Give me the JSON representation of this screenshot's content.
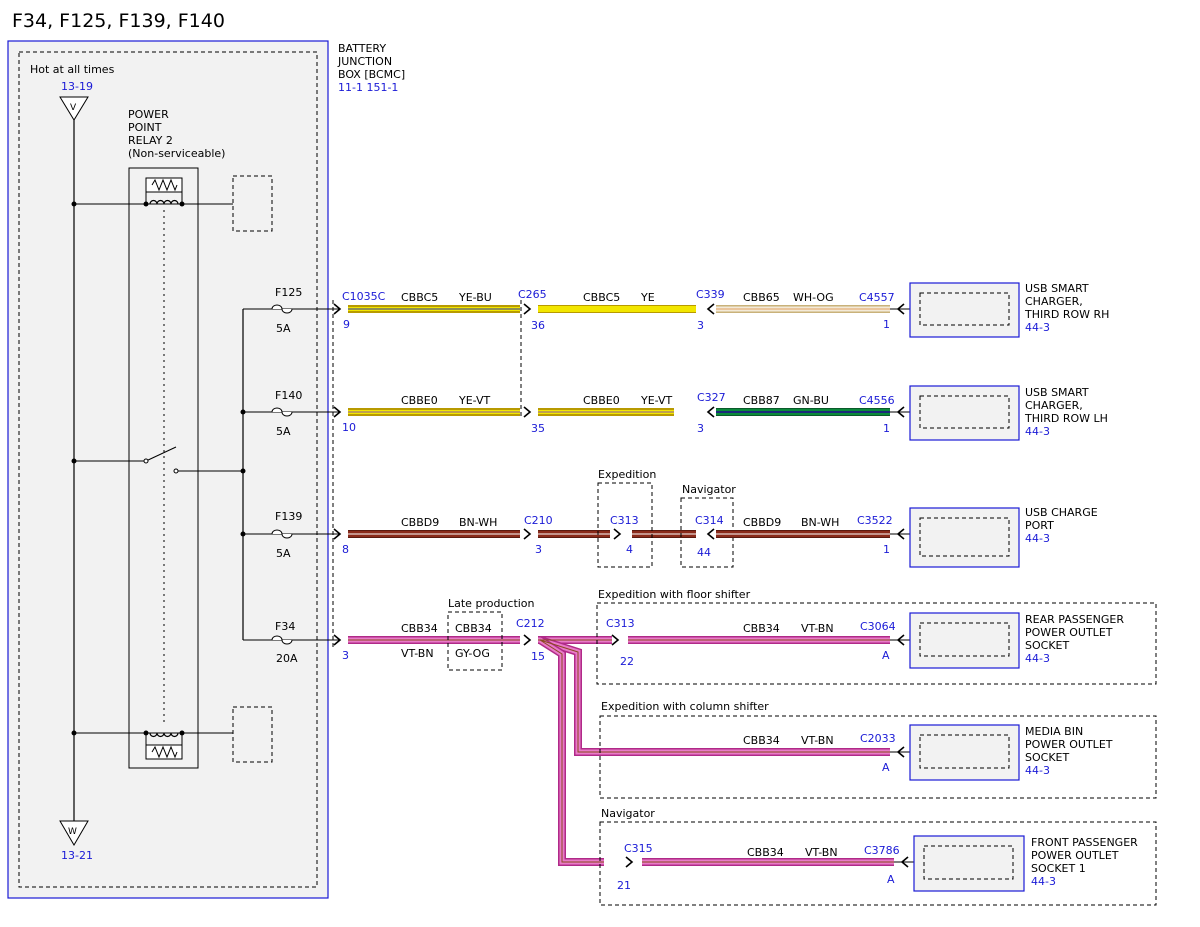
{
  "title": "F34, F125, F139, F140",
  "bjb": {
    "label_lines": [
      "BATTERY",
      "JUNCTION",
      "BOX [BCMC]"
    ],
    "refs": "11-1  151-1"
  },
  "hot_label": "Hot at all times",
  "v_ref": "13-19",
  "v_letter": "V",
  "w_ref": "13-21",
  "w_letter": "W",
  "relay": {
    "label_lines": [
      "POWER",
      "POINT",
      "RELAY 2",
      "(Non-serviceable)"
    ]
  },
  "fuses": [
    {
      "name": "F125",
      "rating": "5A"
    },
    {
      "name": "F140",
      "rating": "5A"
    },
    {
      "name": "F139",
      "rating": "5A"
    },
    {
      "name": "F34",
      "rating": "20A"
    }
  ],
  "circuits": {
    "row1": {
      "c_bjb": "C1035C",
      "pin_bjb": "9",
      "seg1_circuit": "CBBC5",
      "seg1_color": "YE-BU",
      "c2": "C265",
      "pin_c2": "36",
      "seg2_circuit": "CBBC5",
      "seg2_color": "YE",
      "c3": "C339",
      "pin_c3": "3",
      "seg3_circuit": "CBB65",
      "seg3_color": "WH-OG",
      "c_comp": "C4557",
      "pin_comp": "1",
      "component_lines": [
        "USB SMART",
        "CHARGER,",
        "THIRD ROW RH"
      ],
      "component_ref": "44-3"
    },
    "row2": {
      "pin_bjb": "10",
      "seg1_circuit": "CBBE0",
      "seg1_color": "YE-VT",
      "pin_c2": "35",
      "seg2_circuit": "CBBE0",
      "seg2_color": "YE-VT",
      "c3": "C327",
      "pin_c3": "3",
      "seg3_circuit": "CBB87",
      "seg3_color": "GN-BU",
      "c_comp": "C4556",
      "pin_comp": "1",
      "component_lines": [
        "USB SMART",
        "CHARGER,",
        "THIRD ROW LH"
      ],
      "component_ref": "44-3"
    },
    "row3": {
      "pin_bjb": "8",
      "seg1_circuit": "CBBD9",
      "seg1_color": "BN-WH",
      "c2": "C210",
      "pin_c2": "3",
      "exp_label": "Expedition",
      "c_exp": "C313",
      "pin_exp": "4",
      "nav_label": "Navigator",
      "c_nav": "C314",
      "pin_nav": "44",
      "seg3_circuit": "CBBD9",
      "seg3_color": "BN-WH",
      "c_comp": "C3522",
      "pin_comp": "1",
      "component_lines": [
        "USB CHARGE",
        "PORT"
      ],
      "component_ref": "44-3"
    },
    "row4": {
      "pin_bjb": "3",
      "seg1_circuit": "CBB34",
      "seg1_color": "VT-BN",
      "late_label": "Late production",
      "late_circuit": "CBB34",
      "late_color": "GY-OG",
      "c2": "C212",
      "pin_c2": "15",
      "branch_a": {
        "group_label": "Expedition with floor shifter",
        "c_in": "C313",
        "pin_in": "22",
        "circuit": "CBB34",
        "color": "VT-BN",
        "c_comp": "C3064",
        "pin_comp": "A",
        "component_lines": [
          "REAR PASSENGER",
          "POWER OUTLET",
          "SOCKET"
        ],
        "component_ref": "44-3"
      },
      "branch_b": {
        "group_label": "Expedition with column shifter",
        "circuit": "CBB34",
        "color": "VT-BN",
        "c_comp": "C2033",
        "pin_comp": "A",
        "component_lines": [
          "MEDIA BIN",
          "POWER OUTLET",
          "SOCKET"
        ],
        "component_ref": "44-3"
      },
      "branch_c": {
        "group_label": "Navigator",
        "c_in": "C315",
        "pin_in": "21",
        "circuit": "CBB34",
        "color": "VT-BN",
        "c_comp": "C3786",
        "pin_comp": "A",
        "component_lines": [
          "FRONT PASSENGER",
          "POWER OUTLET",
          "SOCKET 1"
        ],
        "component_ref": "44-3"
      }
    }
  },
  "colors": {
    "blue": "#1a1ad6",
    "box_fill": "#f2f2f2",
    "wire_yellow": "#f2e600",
    "wire_yellow_dark": "#b89a00",
    "wire_tan": "#d8c49a",
    "wire_green": "#0a8a3a",
    "wire_navy": "#1a2a7a",
    "wire_brown": "#8a2a1a",
    "wire_pink": "#e040b0"
  }
}
